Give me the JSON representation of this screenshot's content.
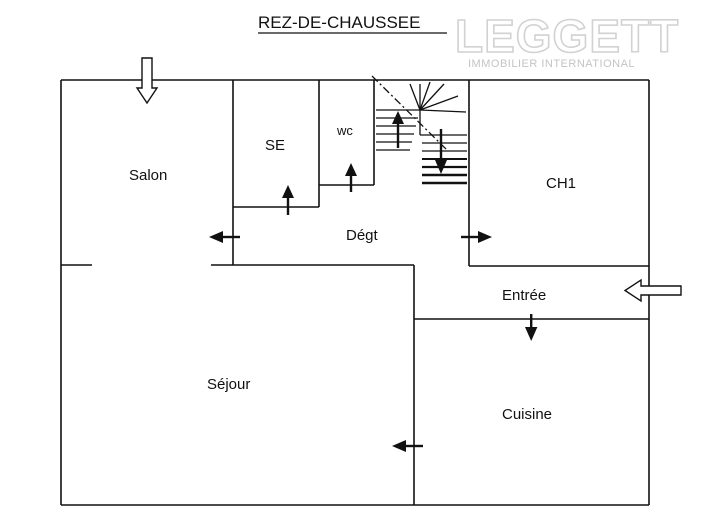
{
  "title": "REZ-DE-CHAUSSEE",
  "watermark": {
    "brand": "LEGGETT",
    "tagline": "IMMOBILIER INTERNATIONAL"
  },
  "rooms": {
    "salon": "Salon",
    "se": "SE",
    "wc": "wc",
    "degt": "Dégt",
    "ch1": "CH1",
    "entree": "Entrée",
    "sejour": "Séjour",
    "cuisine": "Cuisine"
  },
  "colors": {
    "wall": "#111111",
    "background": "#ffffff",
    "watermark": "#d2d2d2"
  }
}
